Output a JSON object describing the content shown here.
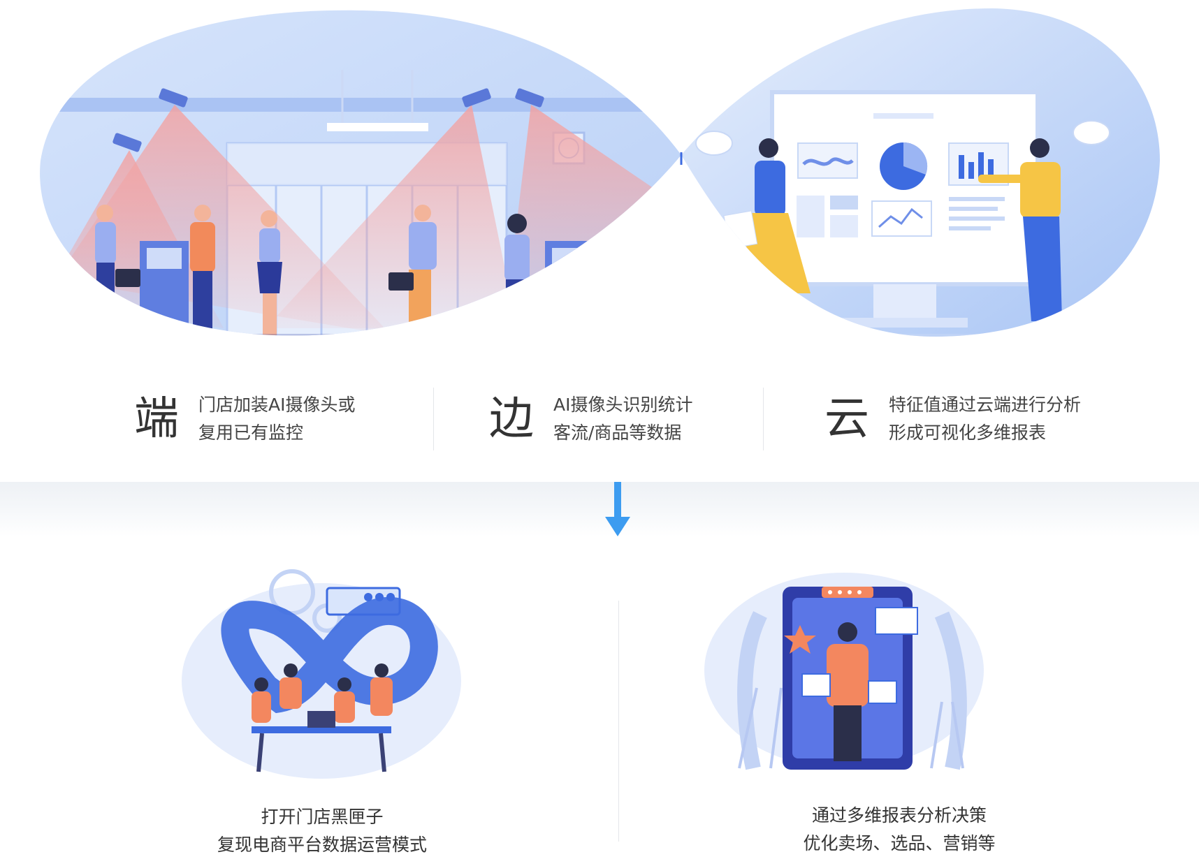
{
  "features": [
    {
      "big": "端",
      "line1": "门店加装AI摄像头或",
      "line2": "复用已有监控"
    },
    {
      "big": "边",
      "line1": "AI摄像头识别统计",
      "line2": "客流/商品等数据"
    },
    {
      "big": "云",
      "line1": "特征值通过云端进行分析",
      "line2": "形成可视化多维报表"
    }
  ],
  "bottom": {
    "left": {
      "line1": "打开门店黑匣子",
      "line2": "复现电商平台数据运营模式"
    },
    "right": {
      "line1": "通过多维报表分析决策",
      "line2": "优化卖场、选品、营销等"
    }
  },
  "icons": [
    "camera-icon",
    "clock-icon",
    "chat-bubble-icon",
    "down-arrow-icon",
    "gear-icon",
    "star-icon"
  ],
  "colors": {
    "primary_blue": "#3d6be0",
    "light_blue": "#cfe0fb",
    "accent_orange": "#f3875f",
    "yellow": "#f6c545",
    "arrow_blue": "#3d9cf0"
  }
}
